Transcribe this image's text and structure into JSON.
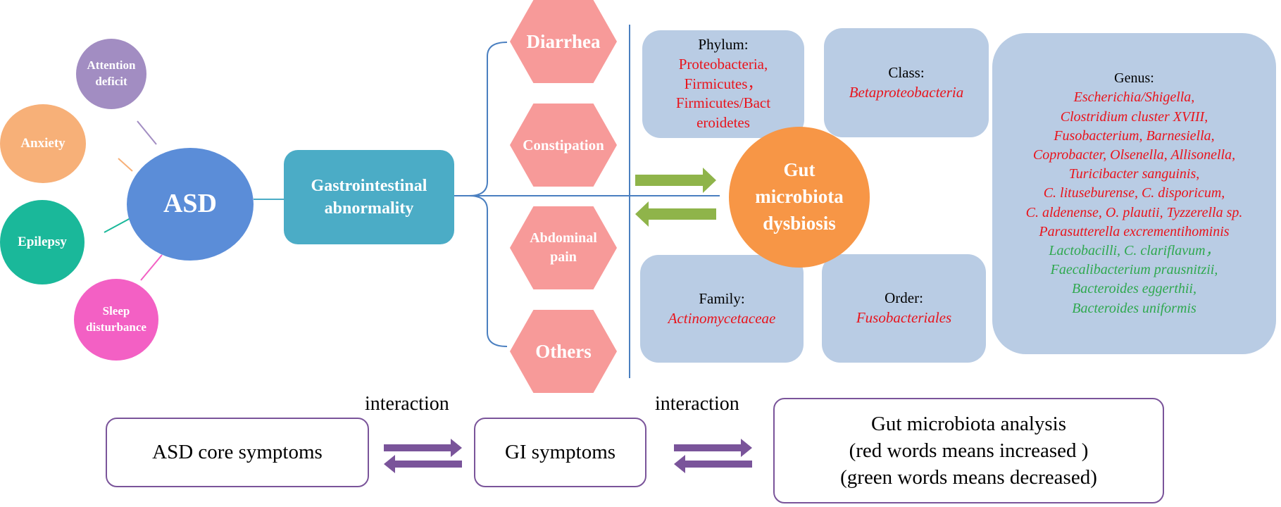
{
  "asd": {
    "center": "ASD",
    "satellites": {
      "attention": "Attention deficit",
      "anxiety": "Anxiety",
      "epilepsy": "Epilepsy",
      "sleep": "Sleep disturbance"
    }
  },
  "gi": {
    "title": "Gastrointestinal abnormality",
    "symptoms": {
      "diarrhea": "Diarrhea",
      "constipation": "Constipation",
      "abdominal": "Abdominal pain",
      "others": "Others"
    }
  },
  "microbiota": {
    "center": "Gut microbiota dysbiosis",
    "phylum": {
      "head": "Phylum:",
      "items": [
        "Proteobacteria,",
        "Firmicutes，",
        "Firmicutes/Bact",
        "eroidetes"
      ]
    },
    "class": {
      "head": "Class:",
      "item": "Betaproteobacteria"
    },
    "family": {
      "head": "Family:",
      "item": "Actinomycetaceae"
    },
    "order": {
      "head": "Order:",
      "item": "Fusobacteriales"
    },
    "genus": {
      "head": "Genus:",
      "increased": [
        "Escherichia/Shigella,",
        "Clostridium cluster XVIII,",
        "Fusobacterium, Barnesiella,",
        "Coprobacter, Olsenella, Allisonella,",
        "Turicibacter sanguinis,",
        "C. lituseburense, C. disporicum,",
        "C. aldenense, O. plautii, Tyzzerella sp.",
        "Parasutterella excrementihominis"
      ],
      "decreased": [
        "Lactobacilli, C. clariflavum，",
        "Faecalibacterium prausnitzii,",
        "Bacteroides eggerthii,",
        "Bacteroides uniformis"
      ]
    }
  },
  "bottom": {
    "core": "ASD core  symptoms",
    "gi_symptoms": "GI symptoms",
    "interaction_left": "interaction",
    "interaction_right": "interaction",
    "analysis": {
      "title": "Gut microbiota analysis",
      "note_red": "(red words means increased )",
      "note_green": "(green words means decreased)"
    }
  },
  "colors": {
    "asd": "#5b8dd8",
    "attention": "#a28dc2",
    "anxiety": "#f7b078",
    "epilepsy": "#1ab89a",
    "sleep": "#f360c4",
    "gi_box": "#4bacc6",
    "hexagon": "#f79a99",
    "dysbiosis": "#f79646",
    "tax_box": "#b9cce4",
    "green_arrow": "#8fb44a",
    "purple_arrow": "#7a549a",
    "bracket": "#4a7fc0",
    "increased_text": "#e8141c",
    "decreased_text": "#2fa84f"
  }
}
